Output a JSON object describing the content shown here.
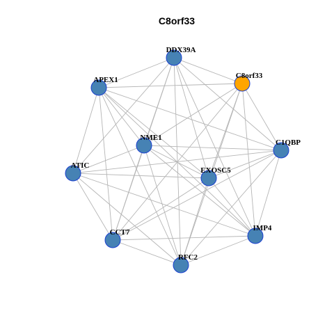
{
  "graph": {
    "title": "C8orf33",
    "nodes": [
      {
        "id": "DDX39A",
        "label": "DDX39A",
        "color": "#4682b4"
      },
      {
        "id": "C8orf33",
        "label": "C8orf33",
        "color": "#ffa500"
      },
      {
        "id": "APEX1",
        "label": "APEX1",
        "color": "#4682b4"
      },
      {
        "id": "NME1",
        "label": "NME1",
        "color": "#4682b4"
      },
      {
        "id": "C1QBP",
        "label": "C1QBP",
        "color": "#4682b4"
      },
      {
        "id": "ATIC",
        "label": "ATIC",
        "color": "#4682b4"
      },
      {
        "id": "EXOSC5",
        "label": "EXOSC5",
        "color": "#4682b4"
      },
      {
        "id": "IMP4",
        "label": "IMP4",
        "color": "#4682b4"
      },
      {
        "id": "CCT7",
        "label": "CCT7",
        "color": "#4682b4"
      },
      {
        "id": "RFC2",
        "label": "RFC2",
        "color": "#4682b4"
      }
    ],
    "edges": [
      [
        "DDX39A",
        "C8orf33"
      ],
      [
        "DDX39A",
        "APEX1"
      ],
      [
        "DDX39A",
        "NME1"
      ],
      [
        "DDX39A",
        "C1QBP"
      ],
      [
        "DDX39A",
        "ATIC"
      ],
      [
        "DDX39A",
        "EXOSC5"
      ],
      [
        "DDX39A",
        "IMP4"
      ],
      [
        "DDX39A",
        "CCT7"
      ],
      [
        "DDX39A",
        "RFC2"
      ],
      [
        "C8orf33",
        "APEX1"
      ],
      [
        "C8orf33",
        "NME1"
      ],
      [
        "C8orf33",
        "C1QBP"
      ],
      [
        "C8orf33",
        "EXOSC5"
      ],
      [
        "C8orf33",
        "IMP4"
      ],
      [
        "C8orf33",
        "CCT7"
      ],
      [
        "C8orf33",
        "RFC2"
      ],
      [
        "APEX1",
        "NME1"
      ],
      [
        "APEX1",
        "C1QBP"
      ],
      [
        "APEX1",
        "ATIC"
      ],
      [
        "APEX1",
        "EXOSC5"
      ],
      [
        "APEX1",
        "IMP4"
      ],
      [
        "APEX1",
        "CCT7"
      ],
      [
        "APEX1",
        "RFC2"
      ],
      [
        "NME1",
        "C1QBP"
      ],
      [
        "NME1",
        "ATIC"
      ],
      [
        "NME1",
        "EXOSC5"
      ],
      [
        "NME1",
        "IMP4"
      ],
      [
        "NME1",
        "CCT7"
      ],
      [
        "NME1",
        "RFC2"
      ],
      [
        "C1QBP",
        "ATIC"
      ],
      [
        "C1QBP",
        "EXOSC5"
      ],
      [
        "C1QBP",
        "IMP4"
      ],
      [
        "C1QBP",
        "CCT7"
      ],
      [
        "C1QBP",
        "RFC2"
      ],
      [
        "ATIC",
        "EXOSC5"
      ],
      [
        "ATIC",
        "IMP4"
      ],
      [
        "ATIC",
        "CCT7"
      ],
      [
        "ATIC",
        "RFC2"
      ],
      [
        "EXOSC5",
        "IMP4"
      ],
      [
        "EXOSC5",
        "CCT7"
      ],
      [
        "EXOSC5",
        "RFC2"
      ],
      [
        "IMP4",
        "CCT7"
      ],
      [
        "IMP4",
        "RFC2"
      ],
      [
        "CCT7",
        "RFC2"
      ]
    ]
  }
}
